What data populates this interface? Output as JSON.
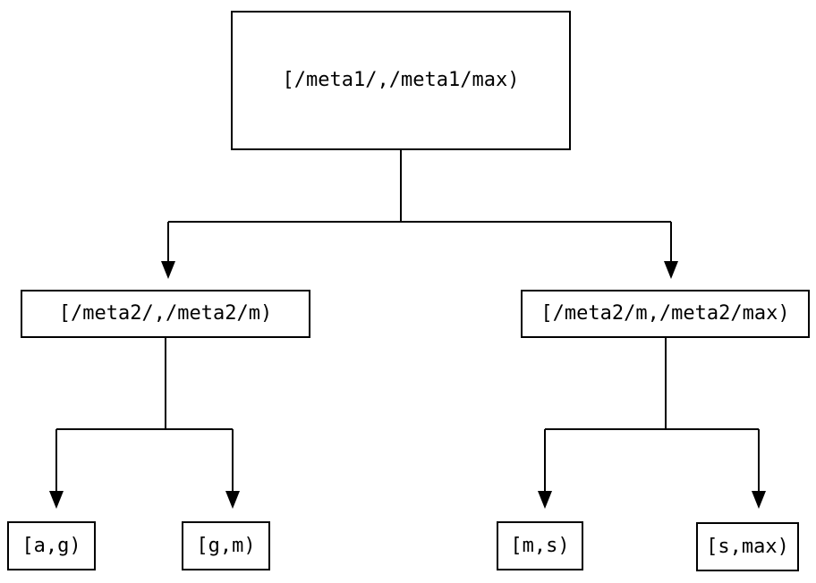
{
  "diagram": {
    "type": "tree",
    "nodes": {
      "root": {
        "label": "[/meta1/,/meta1/max)"
      },
      "left_child": {
        "label": "[/meta2/,/meta2/m)"
      },
      "right_child": {
        "label": "[/meta2/m,/meta2/max)"
      },
      "leaf_ag": {
        "label": "[a,g)"
      },
      "leaf_gm": {
        "label": "[g,m)"
      },
      "leaf_ms": {
        "label": "[m,s)"
      },
      "leaf_smax": {
        "label": "[s,max)"
      }
    },
    "edges": [
      {
        "from": "root",
        "to": "left_child"
      },
      {
        "from": "root",
        "to": "right_child"
      },
      {
        "from": "left_child",
        "to": "leaf_ag"
      },
      {
        "from": "left_child",
        "to": "leaf_gm"
      },
      {
        "from": "right_child",
        "to": "leaf_ms"
      },
      {
        "from": "right_child",
        "to": "leaf_smax"
      }
    ],
    "colors": {
      "line": "#000000",
      "text": "#000000",
      "node_background": "#ffffff",
      "background": "#ffffff"
    }
  }
}
